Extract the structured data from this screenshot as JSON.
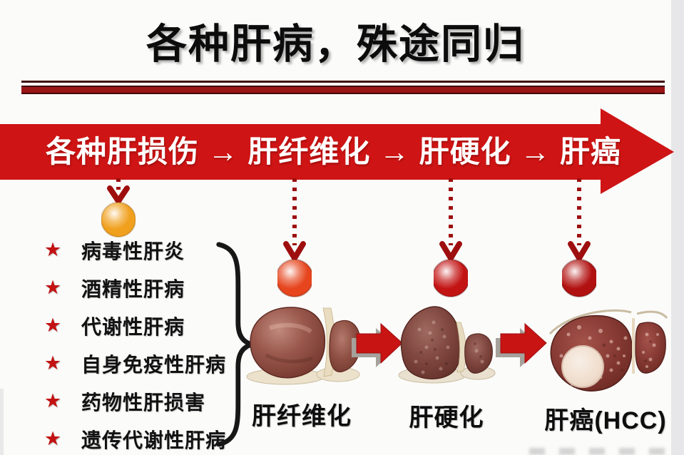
{
  "title": "各种肝病，殊途同归",
  "banner": {
    "text": "各种肝损伤 → 肝纤维化 → 肝硬化 → 肝癌",
    "bg_color": "#ce1414",
    "text_color": "#ffffff"
  },
  "divider_color": "#9a1515",
  "cause_list": {
    "bullet": "★",
    "bullet_color": "#c31212",
    "marker_ball_color": "#f0a01d",
    "items": [
      "病毒性肝炎",
      "酒精性肝病",
      "代谢性肝病",
      "自身免疫性肝病",
      "药物性肝损害",
      "遗传代谢性肝病"
    ]
  },
  "stages": [
    {
      "label": "肝纤维化",
      "ball_color": "#e6451d"
    },
    {
      "label": "肝硬化",
      "ball_color": "#c31414"
    },
    {
      "label": "肝癌(HCC)",
      "ball_color": "#b21111"
    }
  ],
  "connector_color": "#9e0e0e"
}
